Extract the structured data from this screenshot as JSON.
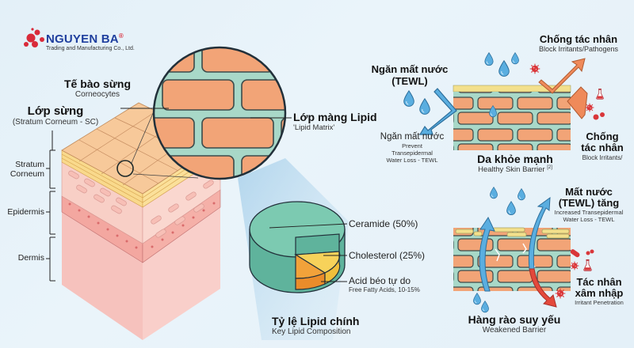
{
  "brand": {
    "name": "NGUYEN BA",
    "registered_mark": "®",
    "tagline": "Trading and Manufacturing Co., Ltd.",
    "logo_color": "#d92b3a",
    "name_color": "#1f3f9e"
  },
  "skin_section": {
    "corneocytes": {
      "title": "Tế bào sừng",
      "subtitle": "Corneocytes"
    },
    "stratum_corneum_layer": {
      "title": "Lớp sừng",
      "subtitle": "(Stratum Corneum - SC)"
    },
    "lipid_matrix": {
      "title": "Lớp màng Lipid",
      "subtitle": "'Lipid Matrix'"
    },
    "layers": [
      {
        "label_line1": "Stratum",
        "label_line2": "Corneum"
      },
      {
        "label_line1": "Epidermis",
        "label_line2": ""
      },
      {
        "label_line1": "Dermis",
        "label_line2": ""
      }
    ]
  },
  "lipid_composition": {
    "title": "Tỷ lệ Lipid chính",
    "subtitle": "Key Lipid Composition",
    "items": [
      {
        "label": "Ceramide (50%)",
        "sublabel": "",
        "color": "#6dbfa7"
      },
      {
        "label": "Cholesterol (25%)",
        "sublabel": "",
        "color": "#f7d25a"
      },
      {
        "label": "Acid béo tự do",
        "sublabel": "Free Fatty Acids, 10-15%",
        "color": "#f2a23a"
      }
    ]
  },
  "chart_data": {
    "type": "pie",
    "title": "Tỷ lệ Lipid chính",
    "subtitle": "Key Lipid Composition",
    "categories": [
      "Ceramide",
      "Cholesterol",
      "Free Fatty Acids"
    ],
    "values": [
      50,
      25,
      12.5
    ],
    "value_labels": [
      "50%",
      "25%",
      "10-15%"
    ]
  },
  "healthy_barrier": {
    "title": "Da khỏe mạnh",
    "subtitle": "Healthy Skin Barrier",
    "citation": "[2]",
    "prevent_tewl": {
      "title_line1": "Ngăn mất nước",
      "title_line2": "(TEWL)"
    },
    "prevent_tewl_detail": {
      "title": "Ngăn mất nước",
      "line1": "Prevent",
      "line2": "Transepidermal",
      "line3": "Water Loss - TEWL"
    },
    "block_top": {
      "title": "Chống tác nhân",
      "subtitle": "Block Irritants/Pathogens"
    },
    "block_right": {
      "title_line1": "Chống",
      "title_line2": "tác nhân",
      "subtitle": "Block Irritants/"
    }
  },
  "weakened_barrier": {
    "title": "Hàng rào suy yếu",
    "subtitle": "Weakened Barrier",
    "tewl_increase": {
      "title_line1": "Mất nước",
      "title_line2": "(TEWL) tăng",
      "line1": "Increased Transepidermal",
      "line2": "Water Loss - TEWL"
    },
    "penetration": {
      "title_line1": "Tác nhân",
      "title_line2": "xâm nhập",
      "subtitle": "Irritant Penetration"
    }
  },
  "colors": {
    "brick": "#f2a477",
    "brick_stroke": "#3b4a4a",
    "mortar": "#a8d8c8",
    "water": "#5aaee0",
    "arrow_orange": "#ef8a5a",
    "arrow_red": "#e4493b",
    "pathogen": "#d9363a"
  }
}
